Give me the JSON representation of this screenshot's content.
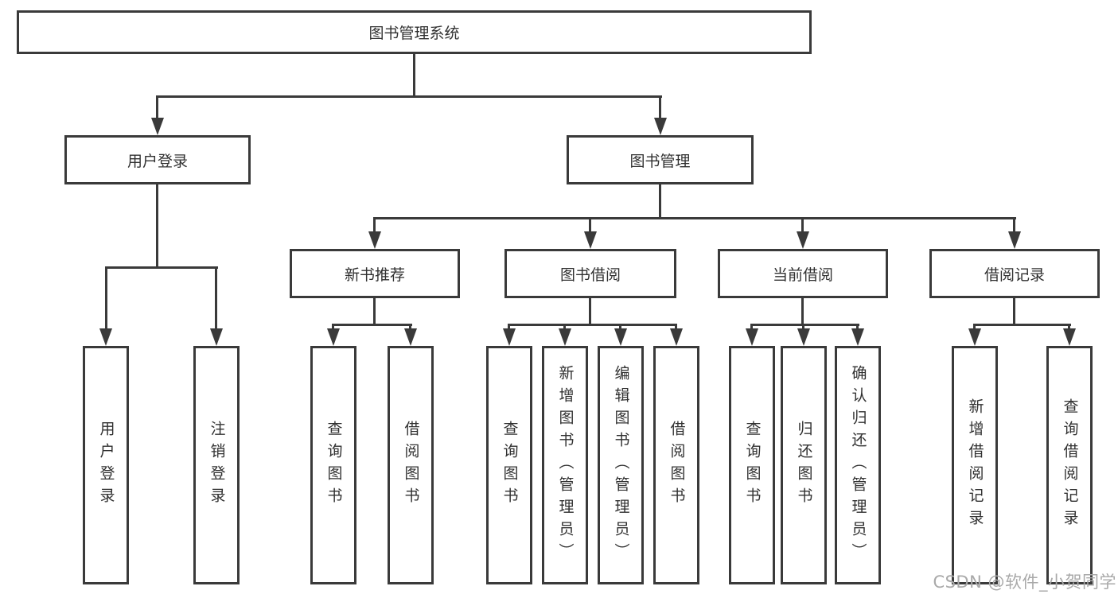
{
  "diagram": {
    "colors": {
      "line": "#3a3a3a",
      "text": "#303030",
      "watermark": "#a9a9a9",
      "background": "#ffffff"
    },
    "root": {
      "label": "图书管理系统"
    },
    "branches": [
      {
        "label": "用户登录",
        "children": [
          {
            "label": "用户登录"
          },
          {
            "label": "注销登录"
          }
        ]
      },
      {
        "label": "图书管理",
        "children": [
          {
            "label": "新书推荐",
            "children": [
              {
                "label": "查询图书"
              },
              {
                "label": "借阅图书"
              }
            ]
          },
          {
            "label": "图书借阅",
            "children": [
              {
                "label": "查询图书"
              },
              {
                "label": "新增图书（管理员）"
              },
              {
                "label": "编辑图书（管理员）"
              },
              {
                "label": "借阅图书"
              }
            ]
          },
          {
            "label": "当前借阅",
            "children": [
              {
                "label": "查询图书"
              },
              {
                "label": "归还图书"
              },
              {
                "label": "确认归还（管理员）"
              }
            ]
          },
          {
            "label": "借阅记录",
            "children": [
              {
                "label": "新增借阅记录"
              },
              {
                "label": "查询借阅记录"
              }
            ]
          }
        ]
      }
    ],
    "watermark": "CSDN @软件_小贺同学"
  }
}
